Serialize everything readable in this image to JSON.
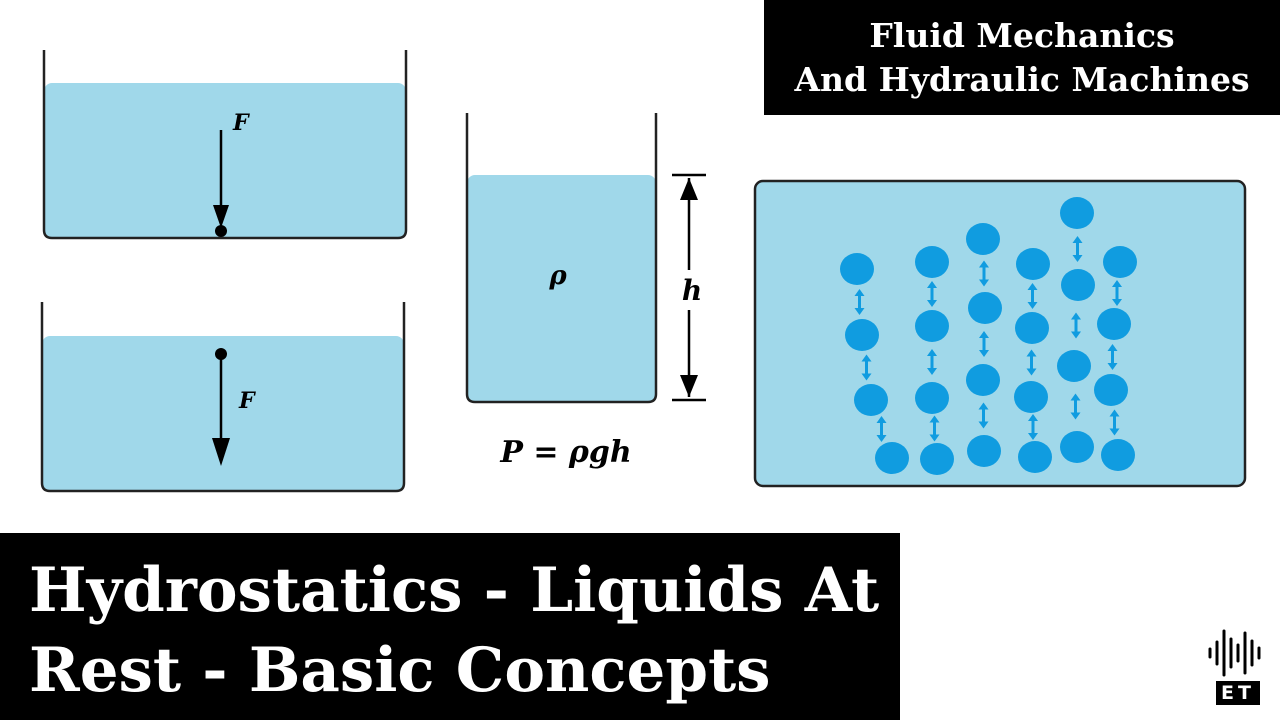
{
  "series_title": {
    "line1": "Fluid Mechanics",
    "line2": "And Hydraulic Machines"
  },
  "main_title": {
    "line1": "Hydrostatics - Liquids At",
    "line2": "Rest - Basic Concepts"
  },
  "diagram": {
    "force_label_top": "F",
    "force_label_bottom": "F",
    "density_label": "ρ",
    "height_label": "h",
    "formula": "P = ρgh"
  },
  "logo": {
    "text": "ET"
  },
  "colors": {
    "water": "#a0d8ea",
    "molecule": "#109ce0",
    "banner": "#000000",
    "banner_text": "#ffffff"
  }
}
